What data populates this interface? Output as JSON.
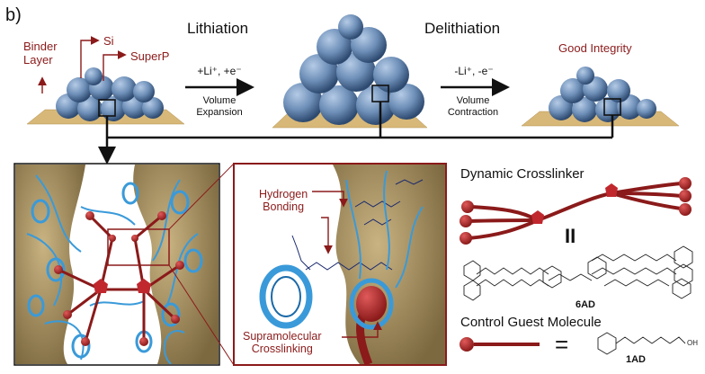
{
  "panel_label": "b)",
  "top_row": {
    "lithiation_label": "Lithiation",
    "delithiation_label": "Delithiation",
    "binder_label": "Binder\nLayer",
    "si_label": "Si",
    "superp_label": "SuperP",
    "good_integrity_label": "Good Integrity",
    "lith_arrow_top": "+Li⁺, +e⁻",
    "lith_arrow_bottom": "Volume\nExpansion",
    "delith_arrow_top": "-Li⁺, -e⁻",
    "delith_arrow_bottom": "Volume\nContraction"
  },
  "zoom_panel": {
    "hydrogen_bonding_label": "Hydrogen\nBonding",
    "supramolecular_label": "Supramolecular\nCrosslinking"
  },
  "right_legend": {
    "dynamic_crosslinker_title": "Dynamic Crosslinker",
    "equals_symbol": "II",
    "molecule_6ad_label": "6AD",
    "control_guest_title": "Control Guest Molecule",
    "equals_symbol_2": "=",
    "molecule_1ad_label": "1AD"
  },
  "colors": {
    "particle_blue": "#6e8fb8",
    "binder_red": "#8b1a1a",
    "crosslink_red": "#c0282e",
    "substrate_tan": "#d8b878",
    "rock_tan": "#a88f5a",
    "fiber_blue": "#3a9ad9"
  }
}
